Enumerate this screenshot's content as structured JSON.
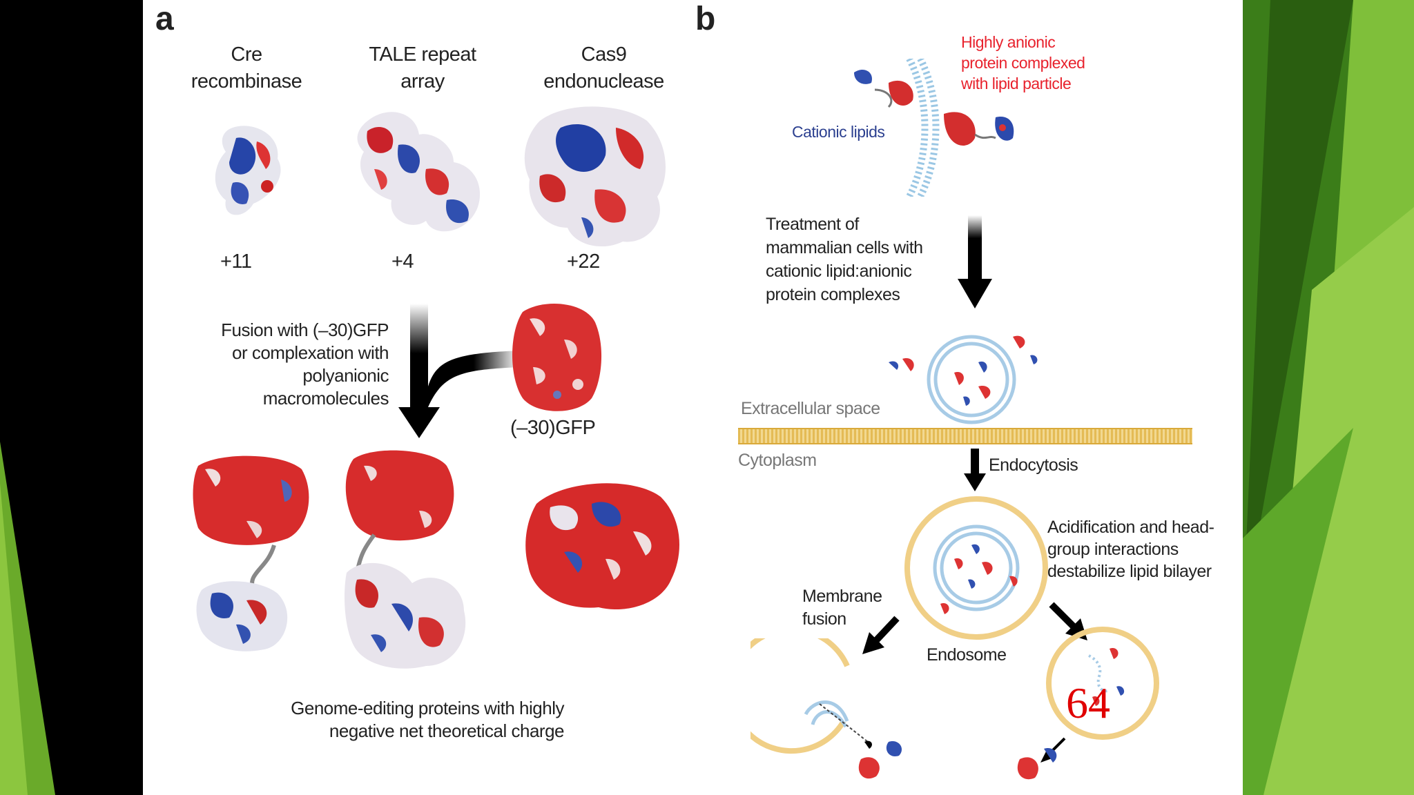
{
  "slide": {
    "page_number": "64",
    "colors": {
      "green_dark": "#2d6e12",
      "green_mid": "#5ea82a",
      "green_light": "#8cc63f",
      "red_label": "#e8222d",
      "blue_label": "#2b3f8f",
      "lipid": "#e8c56a"
    }
  },
  "panel_a": {
    "letter": "a",
    "proteins": [
      {
        "name_line1": "Cre",
        "name_line2": "recombinase",
        "charge": "+11"
      },
      {
        "name_line1": "TALE repeat",
        "name_line2": "array",
        "charge": "+4"
      },
      {
        "name_line1": "Cas9",
        "name_line2": "endonuclease",
        "charge": "+22"
      }
    ],
    "fusion_text": [
      "Fusion with (–30)GFP",
      "or complexation with",
      "polyanionic",
      "macromolecules"
    ],
    "gfp_label": "(–30)GFP",
    "caption": [
      "Genome-editing proteins with highly",
      "negative net theoretical charge"
    ]
  },
  "panel_b": {
    "letter": "b",
    "complex_label": [
      "Highly anionic",
      "protein complexed",
      "with lipid particle"
    ],
    "lipids_label": "Cationic lipids",
    "treatment_text": [
      "Treatment of",
      "mammalian cells with",
      "cationic lipid:anionic",
      "protein complexes"
    ],
    "extracellular": "Extracellular space",
    "cytoplasm": "Cytoplasm",
    "endocytosis": "Endocytosis",
    "acidification": [
      "Acidification and head-",
      "group interactions",
      "destabilize lipid bilayer"
    ],
    "membrane_fusion": [
      "Membrane",
      "fusion"
    ],
    "endosome": "Endosome"
  }
}
